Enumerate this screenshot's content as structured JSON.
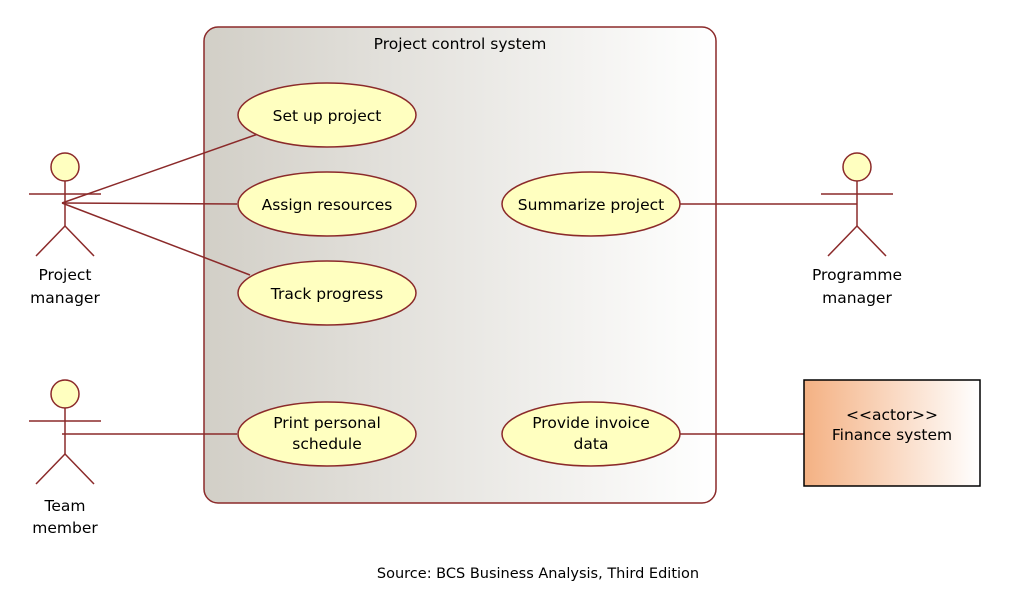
{
  "system": {
    "title": "Project control system"
  },
  "actors": {
    "project_manager": {
      "line1": "Project",
      "line2": "manager"
    },
    "team_member": {
      "line1": "Team",
      "line2": "member"
    },
    "programme_manager": {
      "line1": "Programme",
      "line2": "manager"
    },
    "finance_system": {
      "stereotype": "<<actor>>",
      "name": "Finance system"
    }
  },
  "use_cases": {
    "setup": {
      "line1": "Set up project"
    },
    "assign": {
      "line1": "Assign resources"
    },
    "track": {
      "line1": "Track progress"
    },
    "print": {
      "line1": "Print personal",
      "line2": "schedule"
    },
    "summarize": {
      "line1": "Summarize project"
    },
    "invoice": {
      "line1": "Provide invoice",
      "line2": "data"
    }
  },
  "caption": "Source: BCS Business Analysis, Third Edition",
  "colors": {
    "line": "#8b2a2a",
    "usecase_fill": "#ffffc0",
    "system_fill_start": "#d4d0c8",
    "system_fill_end": "#ffffff",
    "finance_fill_start": "#f4b183",
    "finance_fill_end": "#ffffff",
    "actor_head_fill": "#ffffc0"
  }
}
